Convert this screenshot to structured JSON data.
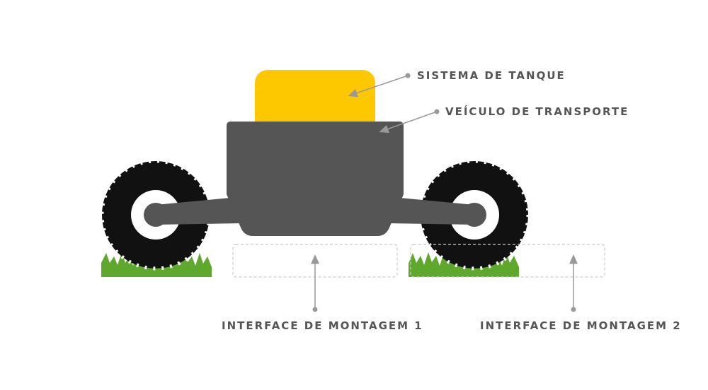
{
  "labels": {
    "tank_system": "SISTEMA DE TANQUE",
    "transport_vehicle": "VEÍCULO DE TRANSPORTE",
    "mounting_interface_1": "INTERFACE DE MONTAGEM 1",
    "mounting_interface_2": "INTERFACE DE MONTAGEM 2"
  },
  "colors": {
    "tank": "#FDC800",
    "vehicle_body": "#555555",
    "tire": "#111111",
    "grass": "#5FA82E",
    "label_text": "#555555",
    "leader_line": "#999999",
    "interface_outline": "#cccccc"
  }
}
